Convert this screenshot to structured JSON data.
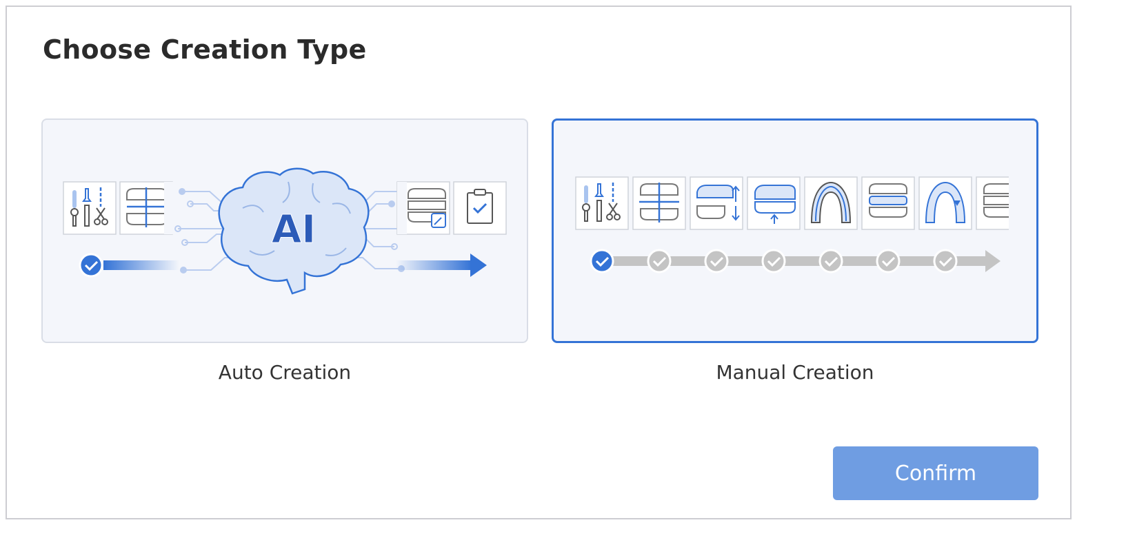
{
  "dialog": {
    "title": "Choose Creation Type",
    "options": [
      {
        "label": "Auto Creation",
        "selected": false,
        "badge": "AI"
      },
      {
        "label": "Manual Creation",
        "selected": true
      }
    ],
    "confirm_label": "Confirm",
    "manual_steps": 8,
    "manual_steps_completed": 1
  },
  "colors": {
    "accent": "#3473d6",
    "confirm_button": "#6f9de2",
    "card_background": "#f4f6fb",
    "inactive_step": "#c4c4c4"
  },
  "icons": [
    "tools-icon",
    "tooth-section-icon",
    "tooth-stack-icon",
    "clipboard-check-icon",
    "jaw-move-icon",
    "jaw-lift-icon",
    "arch-icon",
    "arch-bar-icon",
    "brain-icon",
    "check-icon"
  ]
}
